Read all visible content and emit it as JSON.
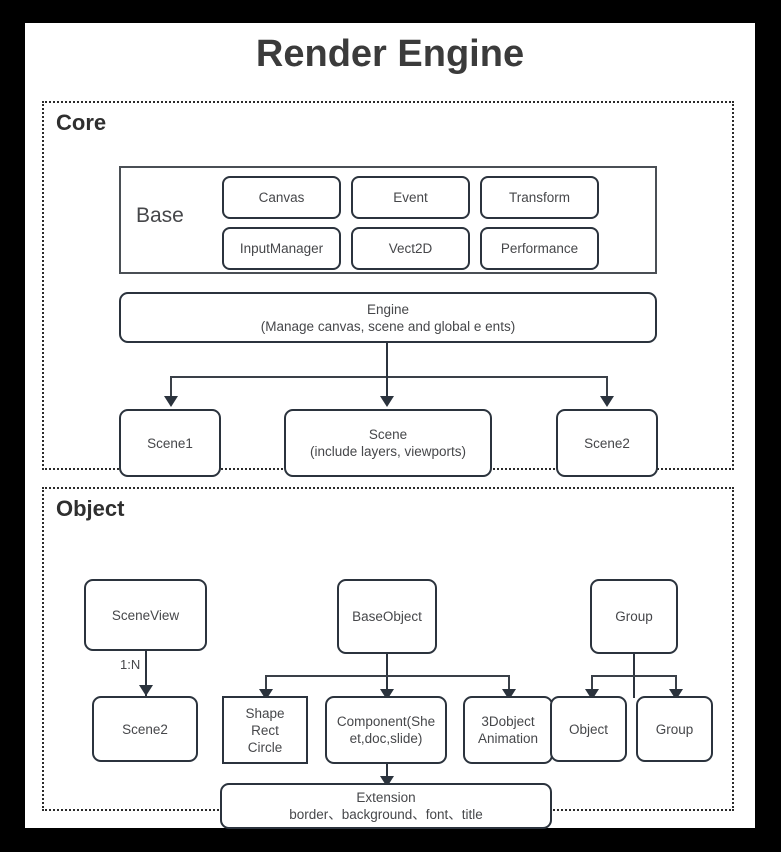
{
  "title": "Render Engine",
  "sections": {
    "core": {
      "label": "Core",
      "base": {
        "label": "Base",
        "cells": [
          "Canvas",
          "Event",
          "Transform",
          "InputManager",
          "Vect2D",
          "Performance"
        ]
      },
      "engine": {
        "title": "Engine",
        "subtitle": "(Manage canvas, scene and global e  ents)"
      },
      "scenes": [
        {
          "title": "Scene1",
          "subtitle": ""
        },
        {
          "title": "Scene",
          "subtitle": "(include layers, viewports)"
        },
        {
          "title": "Scene2",
          "subtitle": ""
        }
      ]
    },
    "object": {
      "label": "Object",
      "scene_view": {
        "title": "SceneView",
        "edge_label": "1:N",
        "child": "Scene2"
      },
      "base_object": {
        "title": "BaseObject",
        "children": [
          {
            "lines": [
              "Shape",
              "Rect",
              "Circle"
            ]
          },
          {
            "lines": [
              "Component(She",
              "et,doc,slide)"
            ]
          },
          {
            "lines": [
              "3Dobject",
              "Animation"
            ]
          }
        ],
        "extension": {
          "title": "Extension",
          "subtitle": "border、background、font、title"
        }
      },
      "group": {
        "title": "Group",
        "children": [
          "Object",
          "Group"
        ]
      }
    }
  },
  "colors": {
    "page_background": "#000000",
    "canvas": "#ffffff",
    "stroke": "#2b333d",
    "text": "#46474a",
    "title": "#3b3b3b"
  }
}
